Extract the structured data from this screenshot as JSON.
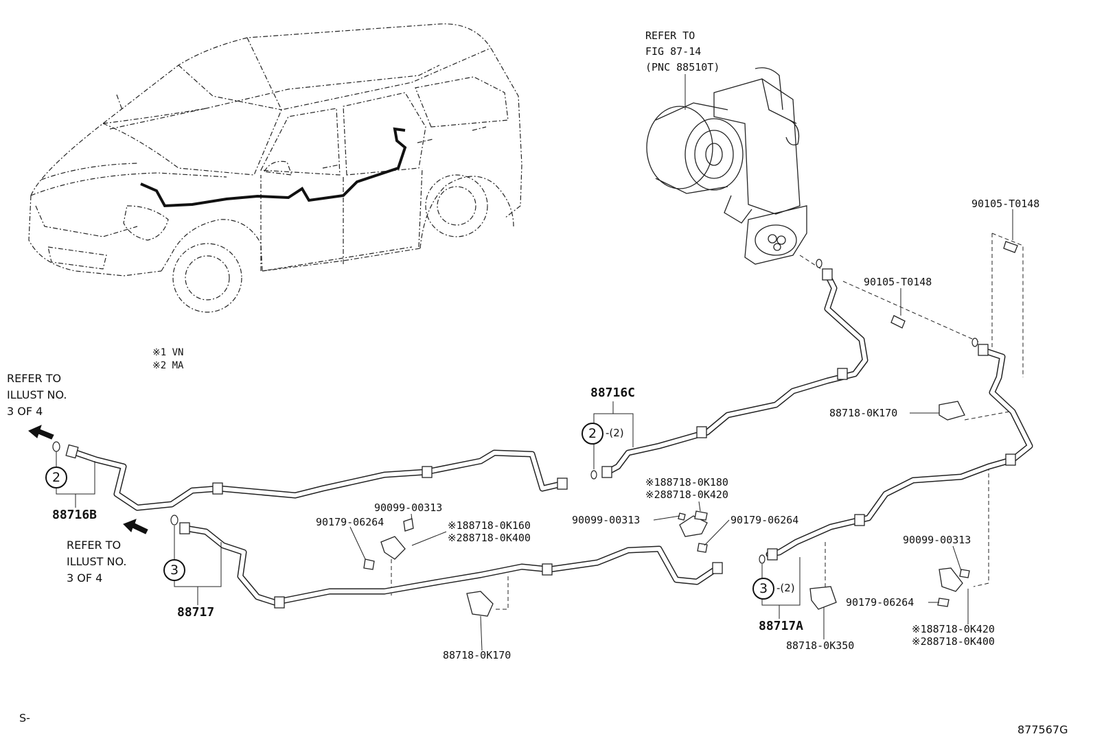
{
  "refs": {
    "fig_line1": "REFER TO",
    "fig_line2": "FIG 87-14",
    "fig_line3": "(PNC 88510T)",
    "illust_left_line1": "REFER TO",
    "illust_left_line2": "ILLUST NO.",
    "illust_left_line3": "3 OF 4",
    "illust_mid_line1": "REFER TO",
    "illust_mid_line2": "ILLUST NO.",
    "illust_mid_line3": "3 OF 4"
  },
  "legend": {
    "line1": "※1 VN",
    "line2": "※2 MA"
  },
  "groups": {
    "p88716B": "88716B",
    "p88716C": "88716C",
    "p88717": "88717",
    "p88717A": "88717A"
  },
  "callouts": {
    "c2_left": "2",
    "c2_c": "2",
    "c3_left": "3",
    "c3_a": "3",
    "qty_c": "-(2)",
    "qty_a": "-(2)"
  },
  "parts": {
    "bolt_top": "90105-T0148",
    "bolt_mid": "90105-T0148",
    "clamp_k170_right": "88718-0K170",
    "clamp_k170_bottom": "88718-0K170",
    "clamp_k350": "88718-0K350",
    "nut_left": "90179-06264",
    "screw_left": "90099-00313",
    "clamp_left_1": "※188718-0K160",
    "clamp_left_2": "※288718-0K400",
    "screw_mid": "90099-00313",
    "nut_mid": "90179-06264",
    "clamp_mid_1": "※188718-0K180",
    "clamp_mid_2": "※288718-0K420",
    "screw_right": "90099-00313",
    "nut_right": "90179-06264",
    "clamp_right_1": "※188718-0K420",
    "clamp_right_2": "※288718-0K400"
  },
  "footer": {
    "corner_left": "S-",
    "illustration_code": "877567G"
  }
}
